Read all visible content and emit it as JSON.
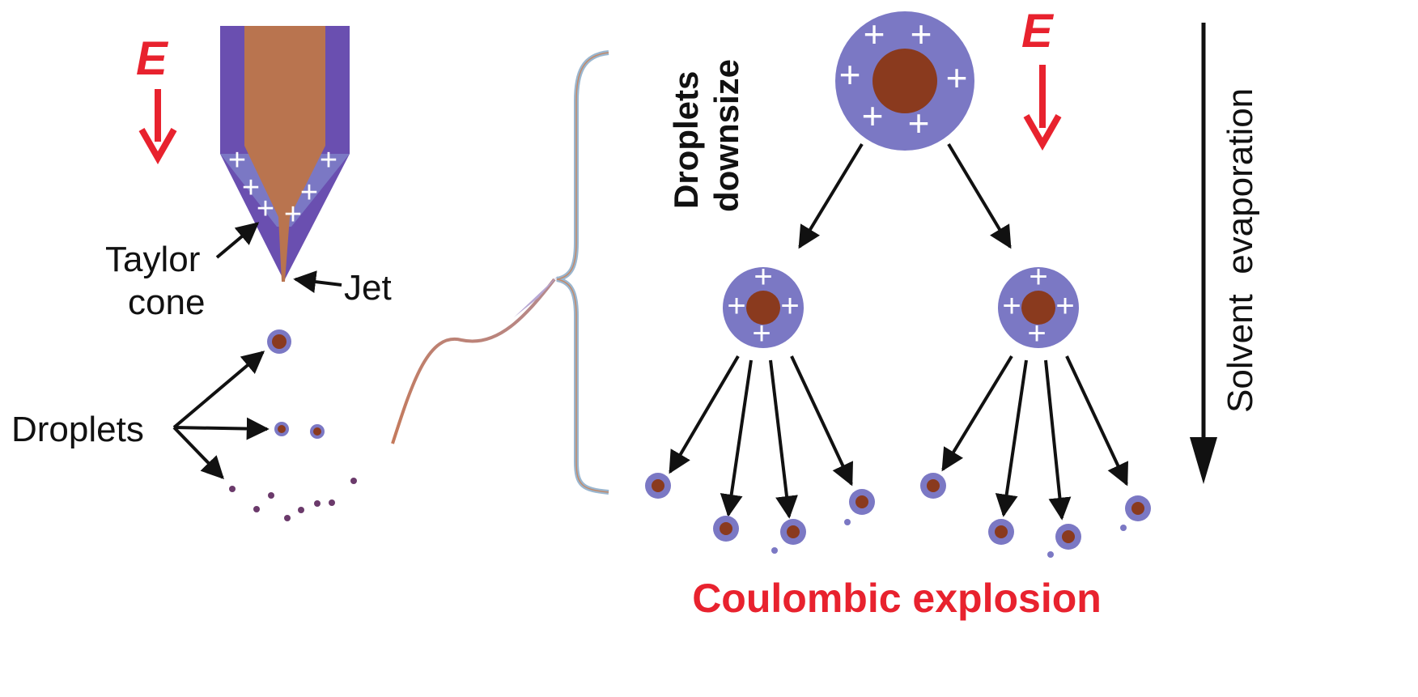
{
  "labels": {
    "field_left": "E",
    "field_right": "E",
    "taylor_line1": "Taylor",
    "taylor_line2": "cone",
    "jet": "Jet",
    "droplets": "Droplets",
    "downsize_line1": "Droplets",
    "downsize_line2": "downsize",
    "solvent_evaporation": "Solvent  evaporation",
    "coulombic_explosion": "Coulombic explosion"
  },
  "charge_symbol": "+",
  "colors": {
    "shell": "#7b78c4",
    "core": "#8a3a1e",
    "nozzle": "#6a4fb0",
    "liquid": "#b9744f",
    "field_arrow": "#e8222e",
    "emphasis_text": "#e8222e",
    "text": "#111111"
  }
}
